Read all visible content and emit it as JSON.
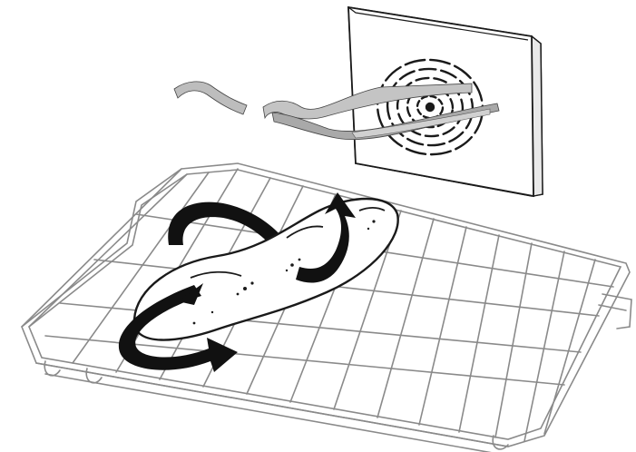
{
  "illustration": {
    "kind": "oven-convection-diagram",
    "parts": [
      "rear-convection-fan",
      "airflow-streams",
      "oven-rack",
      "baguette",
      "circulation-arrows"
    ],
    "colors": {
      "line": "#1a1a1a",
      "rack": "#8a8a8a",
      "fill_light": "#ffffff",
      "airflow_shade": "#b5b5b5",
      "arrow": "#111111"
    },
    "icons": [
      "fan-icon",
      "airflow-icon",
      "rotation-arrow-icon",
      "bread-icon",
      "oven-rack-icon"
    ]
  }
}
